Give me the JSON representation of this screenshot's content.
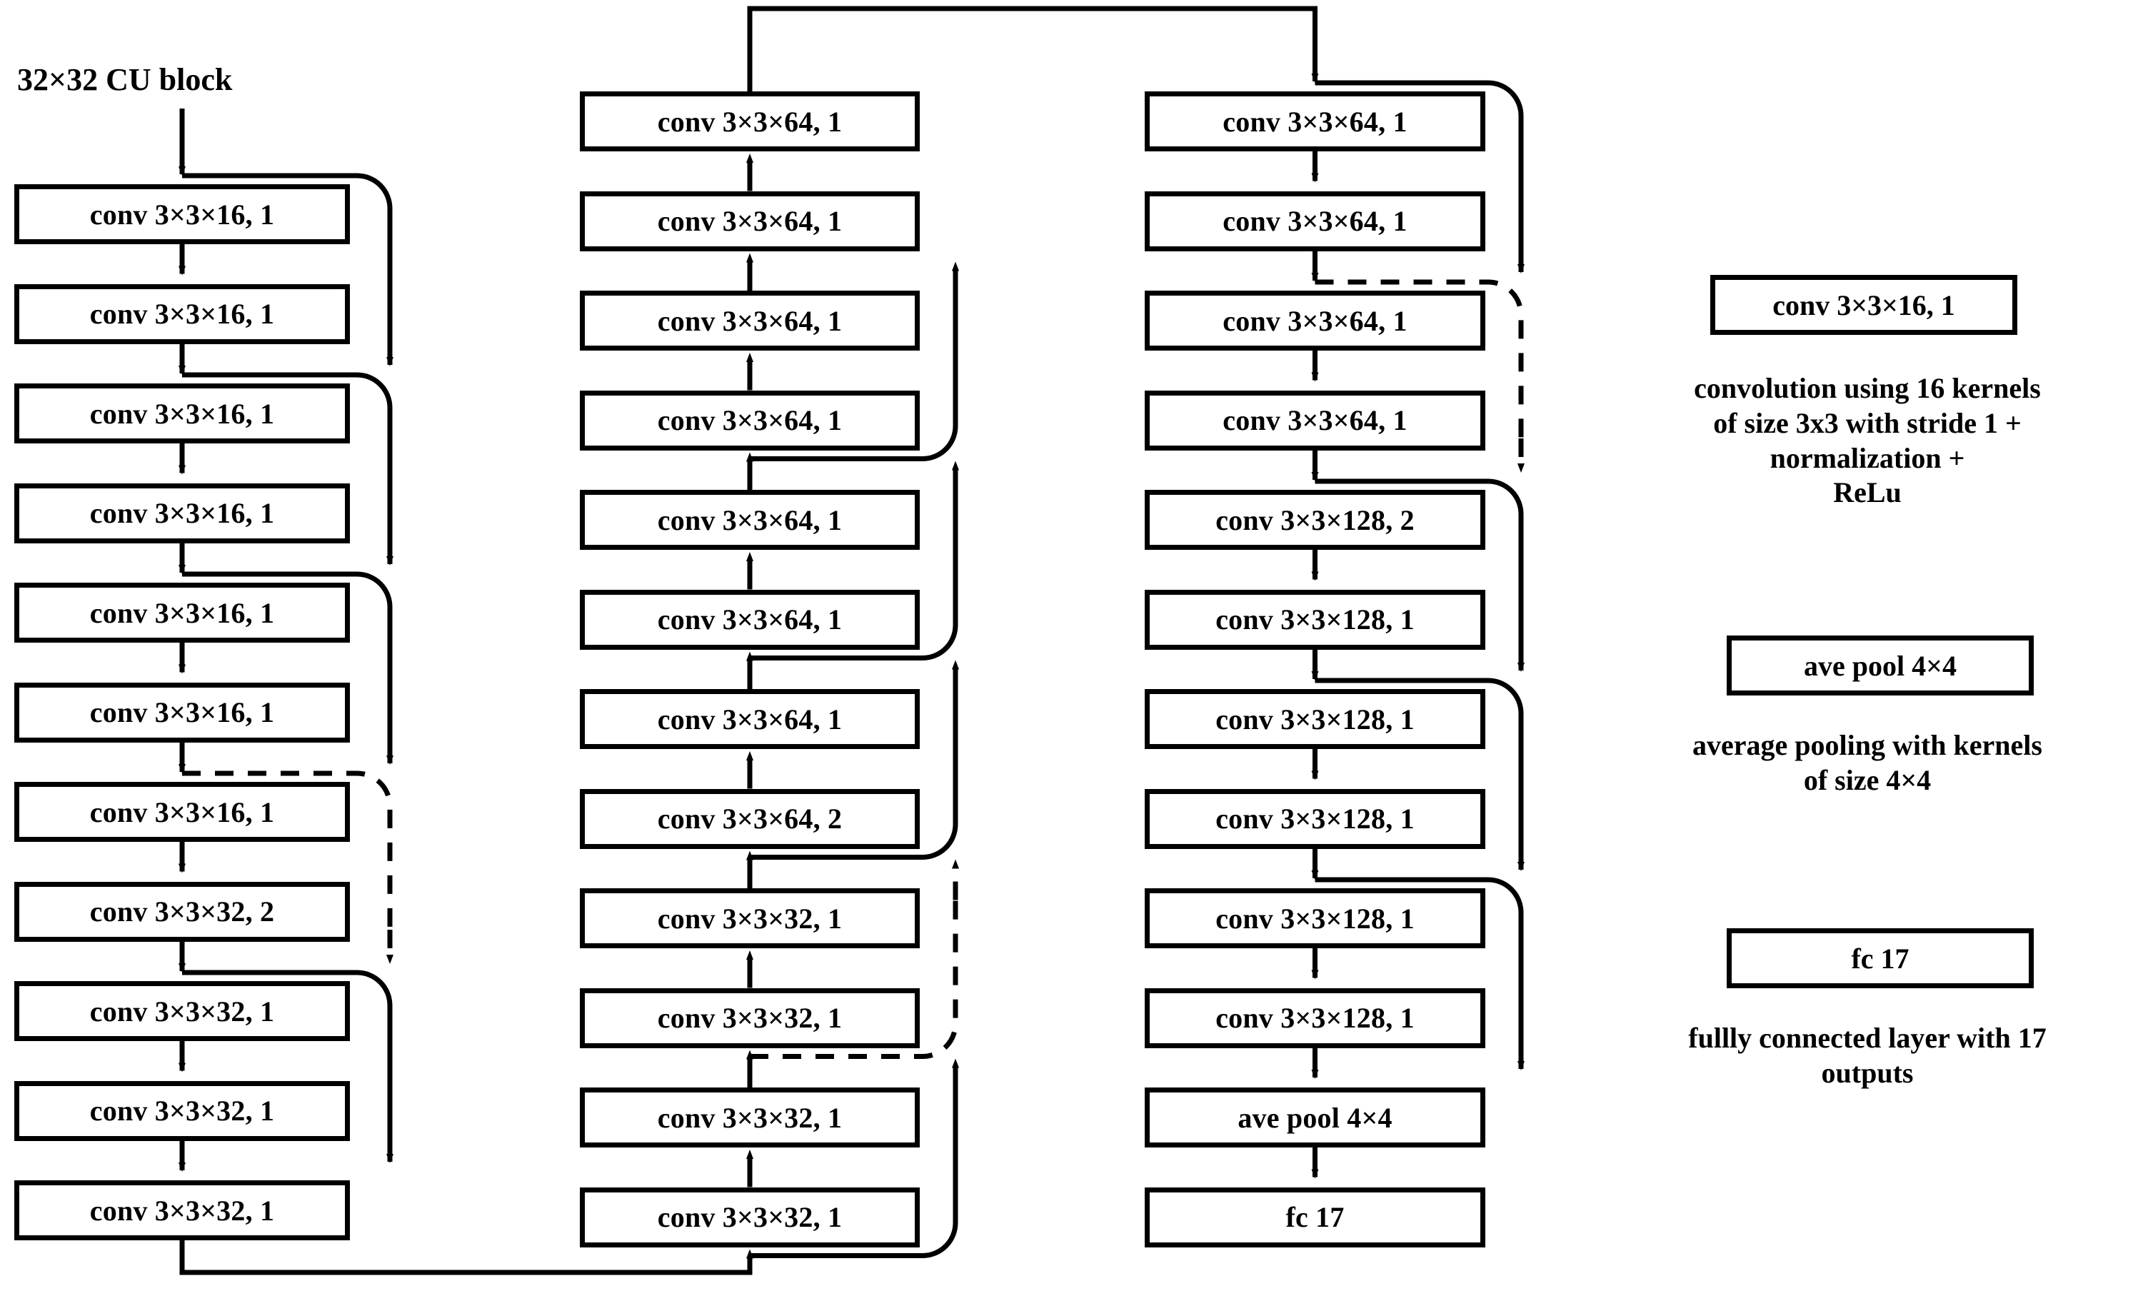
{
  "figure": {
    "type": "cnn-architecture-diagram",
    "input_label": "32×32 CU block"
  },
  "columns": [
    {
      "id": "column-1",
      "flow": "top-to-bottom",
      "nodes": [
        {
          "label": "conv 3×3×16, 1"
        },
        {
          "label": "conv 3×3×16, 1"
        },
        {
          "label": "conv 3×3×16, 1"
        },
        {
          "label": "conv 3×3×16, 1"
        },
        {
          "label": "conv 3×3×16, 1"
        },
        {
          "label": "conv 3×3×16, 1"
        },
        {
          "label": "conv 3×3×16, 1"
        },
        {
          "label": "conv 3×3×32, 2"
        },
        {
          "label": "conv 3×3×32, 1"
        },
        {
          "label": "conv 3×3×32, 1"
        },
        {
          "label": "conv 3×3×32, 1"
        }
      ]
    },
    {
      "id": "column-2",
      "flow": "bottom-to-top",
      "nodes": [
        {
          "label": "conv 3×3×64, 1"
        },
        {
          "label": "conv 3×3×64, 1"
        },
        {
          "label": "conv 3×3×64, 1"
        },
        {
          "label": "conv 3×3×64, 1"
        },
        {
          "label": "conv 3×3×64, 1"
        },
        {
          "label": "conv 3×3×64, 1"
        },
        {
          "label": "conv 3×3×64, 1"
        },
        {
          "label": "conv 3×3×64, 2"
        },
        {
          "label": "conv 3×3×32, 1"
        },
        {
          "label": "conv 3×3×32, 1"
        },
        {
          "label": "conv 3×3×32, 1"
        },
        {
          "label": "conv 3×3×32, 1"
        }
      ]
    },
    {
      "id": "column-3",
      "flow": "top-to-bottom",
      "nodes": [
        {
          "label": "conv 3×3×64, 1"
        },
        {
          "label": "conv 3×3×64, 1"
        },
        {
          "label": "conv 3×3×64, 1"
        },
        {
          "label": "conv 3×3×64, 1"
        },
        {
          "label": "conv 3×3×128, 2"
        },
        {
          "label": "conv 3×3×128, 1"
        },
        {
          "label": "conv 3×3×128, 1"
        },
        {
          "label": "conv 3×3×128, 1"
        },
        {
          "label": "conv 3×3×128, 1"
        },
        {
          "label": "conv 3×3×128, 1"
        },
        {
          "label": "ave pool 4×4"
        },
        {
          "label": "fc 17"
        }
      ]
    }
  ],
  "legend": {
    "items": [
      {
        "box_label": "conv 3×3×16, 1",
        "description": "convolution using 16 kernels\nof size 3x3 with stride 1 +\nnormalization +\nReLu"
      },
      {
        "box_label": "ave pool 4×4",
        "description": "average pooling with kernels\nof size 4×4"
      },
      {
        "box_label": "fc 17",
        "description": "fullly connected layer with 17\noutputs"
      }
    ]
  }
}
